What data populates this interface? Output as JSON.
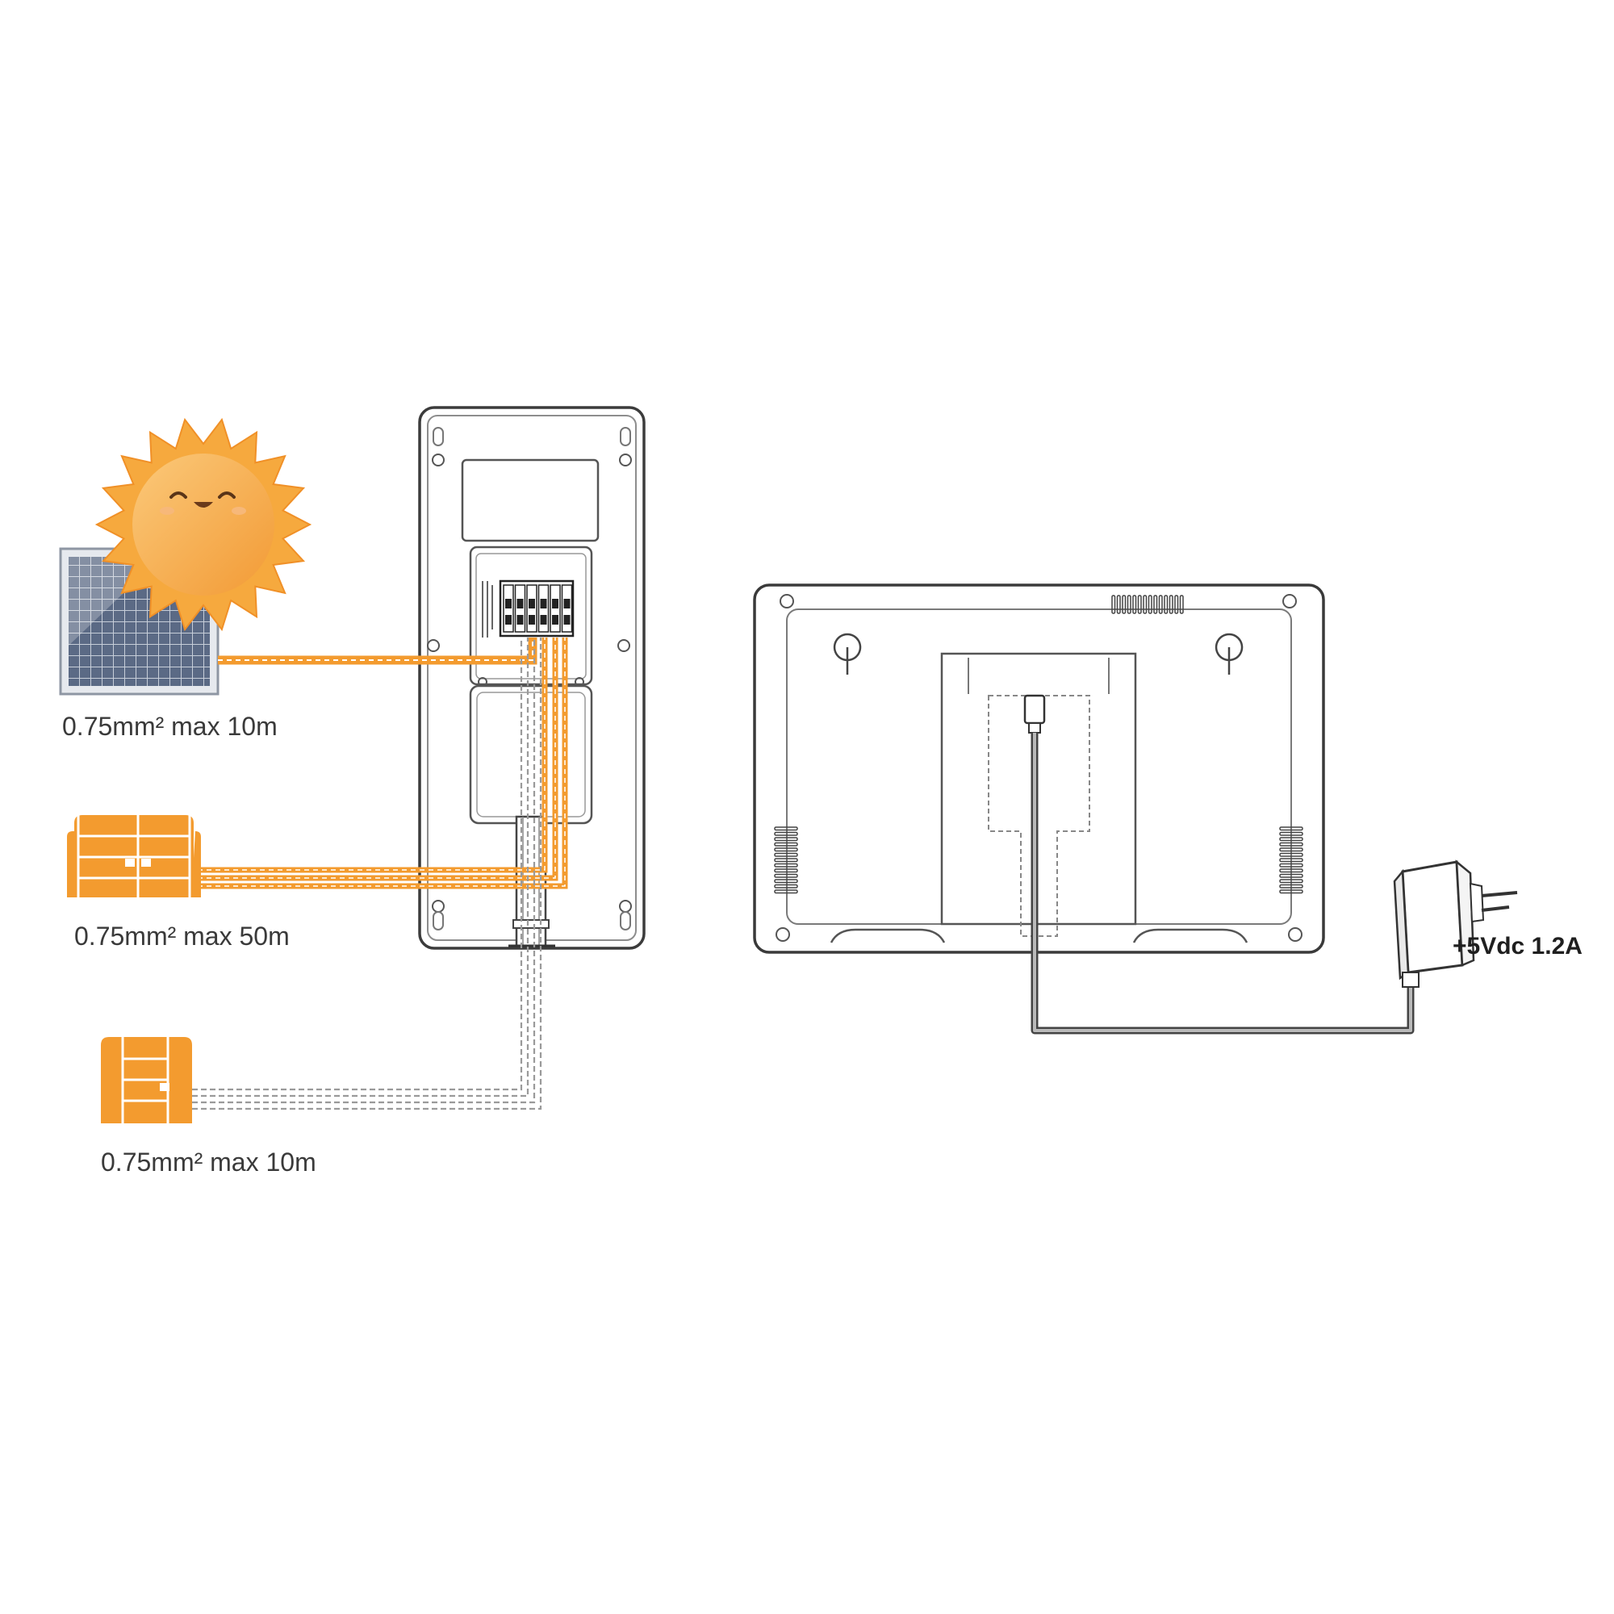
{
  "labels": {
    "solar_panel": "0.75mm² max 10m",
    "gate_opener": "0.75mm² max 50m",
    "pedestrian_gate": "0.75mm² max 10m",
    "power_adapter": "+5Vdc 1.2A"
  },
  "colors": {
    "accent": "#f39b2f",
    "line": "#444444",
    "light_line": "#9a9a9a"
  }
}
